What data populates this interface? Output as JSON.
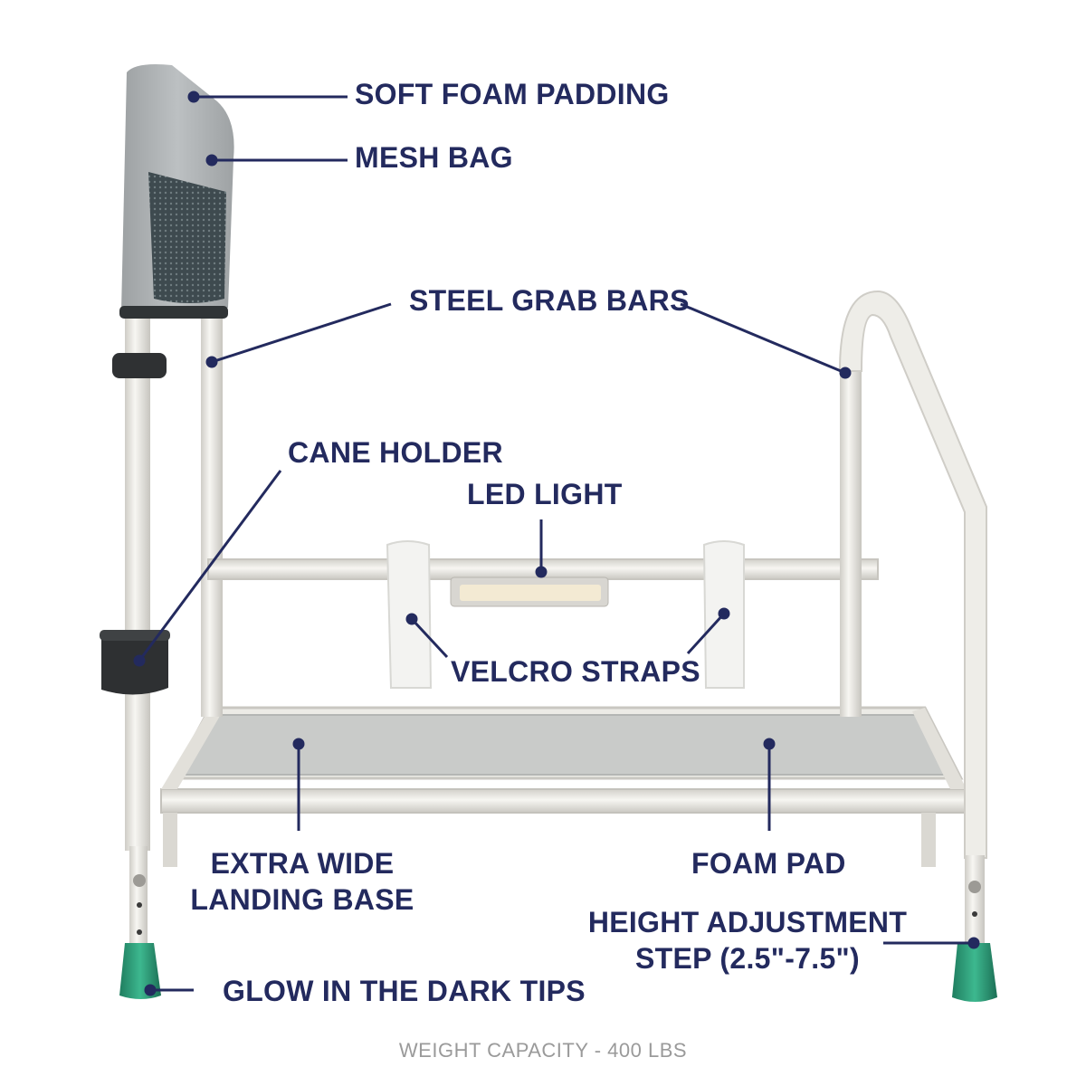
{
  "labels": {
    "soft_foam_padding": "SOFT FOAM PADDING",
    "mesh_bag": "MESH BAG",
    "steel_grab_bars": "STEEL GRAB BARS",
    "cane_holder": "CANE HOLDER",
    "led_light": "LED LIGHT",
    "velcro_straps": "VELCRO STRAPS",
    "extra_wide_line1": "EXTRA WIDE",
    "extra_wide_line2": "LANDING BASE",
    "foam_pad": "FOAM PAD",
    "height_adj_line1": "HEIGHT ADJUSTMENT",
    "height_adj_line2": "STEP (2.5\"-7.5\")",
    "glow_tips": "GLOW IN THE DARK TIPS"
  },
  "footer": "WEIGHT CAPACITY - 400 LBS",
  "colors": {
    "label": "#232a5e",
    "frame": "#eceae4",
    "tips": "#2e9e7a",
    "footer": "#9a9a9a"
  }
}
